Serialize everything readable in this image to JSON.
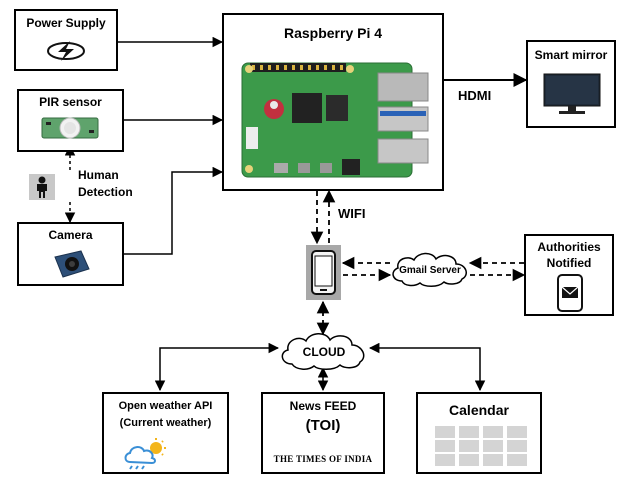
{
  "power_supply": {
    "label": "Power Supply",
    "icon": "lightning-logo-icon"
  },
  "pir_sensor": {
    "label": "PIR sensor",
    "icon": "pir-sensor-board-icon"
  },
  "camera": {
    "label": "Camera",
    "icon": "camera-module-icon"
  },
  "human_detection": {
    "line1": "Human",
    "line2": "Detection",
    "icon": "person-icon"
  },
  "raspberry_pi": {
    "label": "Raspberry Pi 4",
    "icon": "raspberry-pi-board-icon"
  },
  "hdmi": {
    "label": "HDMI"
  },
  "smart_mirror": {
    "label": "Smart mirror",
    "icon": "monitor-icon"
  },
  "wifi": {
    "label": "WIFI"
  },
  "phone": {
    "icon": "smartphone-icon"
  },
  "gmail_server": {
    "label": "Gmail Server"
  },
  "authorities": {
    "line1": "Authorities",
    "line2": "Notified",
    "icon": "mail-phone-icon"
  },
  "cloud": {
    "label": "CLOUD"
  },
  "open_weather": {
    "line1": "Open weather API",
    "line2": "(Current weather)",
    "icon": "weather-cloud-sun-icon"
  },
  "news_feed": {
    "line1": "News FEED",
    "line2": "(TOI)",
    "logo_text": "THE TIMES OF INDIA"
  },
  "calendar": {
    "label": "Calendar",
    "icon": "calendar-grid-icon"
  }
}
